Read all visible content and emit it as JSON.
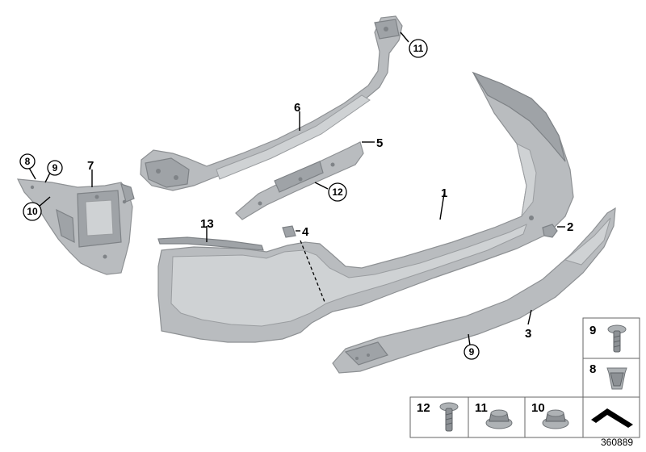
{
  "callouts": {
    "c1": "1",
    "c2": "2",
    "c3": "3",
    "c4": "4",
    "c5": "5",
    "c6": "6",
    "c7": "7",
    "c8": "8",
    "c9": "9",
    "c9b": "9",
    "c10": "10",
    "c11": "11",
    "c12": "12",
    "c13": "13"
  },
  "hardware_boxes": {
    "box9": "9",
    "box8": "8",
    "box12": "12",
    "box11": "11",
    "box10": "10"
  },
  "diagram_id": "360889",
  "colors": {
    "part_fill": "#b9bcbf",
    "line": "#000000"
  }
}
